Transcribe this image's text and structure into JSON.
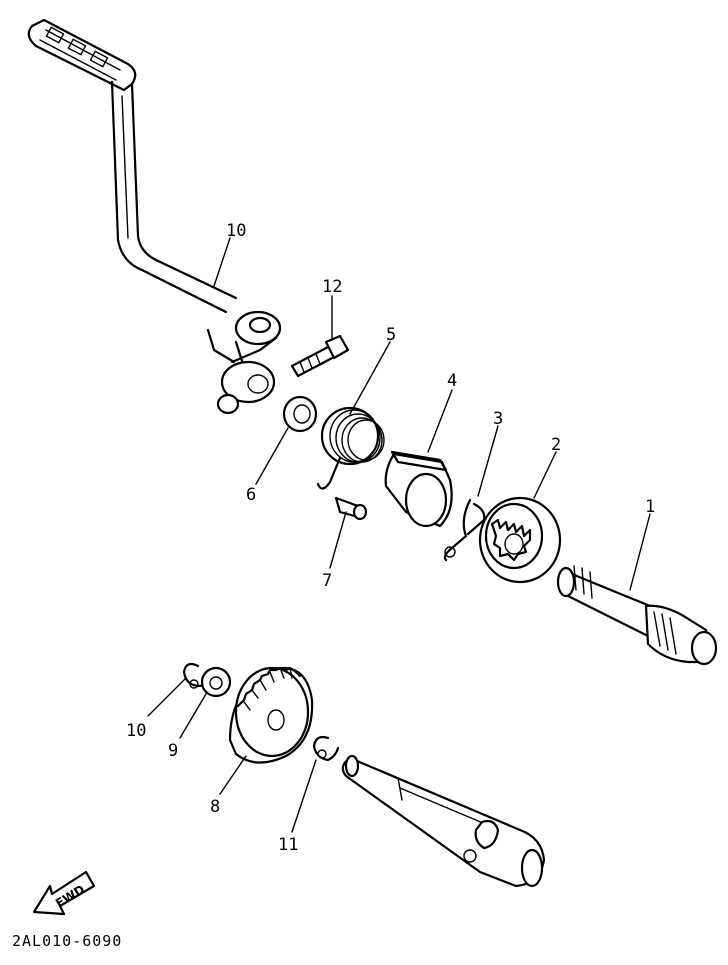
{
  "callouts": [
    {
      "id": "callout-1",
      "text": "1"
    },
    {
      "id": "callout-2",
      "text": "2"
    },
    {
      "id": "callout-3",
      "text": "3"
    },
    {
      "id": "callout-4",
      "text": "4"
    },
    {
      "id": "callout-5",
      "text": "5"
    },
    {
      "id": "callout-6",
      "text": "6"
    },
    {
      "id": "callout-7",
      "text": "7"
    },
    {
      "id": "callout-8",
      "text": "8"
    },
    {
      "id": "callout-9",
      "text": "9"
    },
    {
      "id": "callout-10a",
      "text": "10"
    },
    {
      "id": "callout-10b",
      "text": "10"
    },
    {
      "id": "callout-11",
      "text": "11"
    },
    {
      "id": "callout-12",
      "text": "12"
    }
  ],
  "fwd_label": "FWD",
  "diagram_code": "2AL010-6090"
}
